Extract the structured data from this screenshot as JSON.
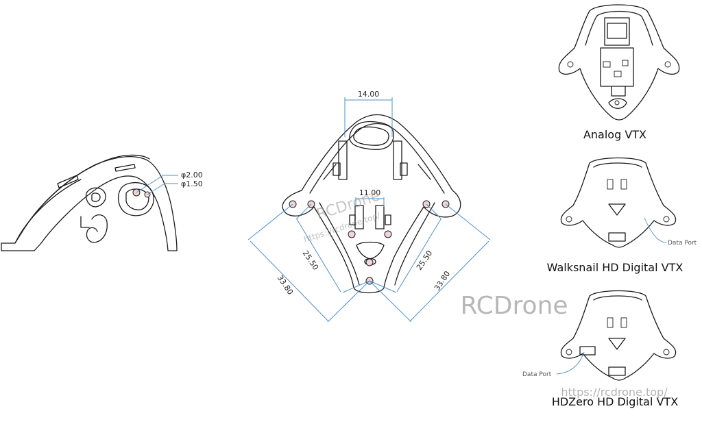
{
  "dimensions": {
    "side_outer_diameter": "φ2.00",
    "side_inner_diameter": "φ1.50",
    "top_width": "14.00",
    "inner_width": "11.00",
    "left_inner_distance": "25.50",
    "right_inner_distance": "25.50",
    "left_outer_distance": "33.80",
    "right_outer_distance": "33.80"
  },
  "variants": {
    "analog": "Analog VTX",
    "walksnail": "Walksnail HD Digital VTX",
    "hdzero": "HDZero HD Digital VTX"
  },
  "callouts": {
    "walksnail_port": "Data Port",
    "hdzero_port": "Data Port"
  },
  "watermarks": {
    "brand_center": "RCDrone",
    "url_center": "https://rcdrone.top/",
    "brand_right": "RCDrone",
    "url_bottom": "https://rcdrone.top/"
  },
  "colors": {
    "dimension_line": "#4a90c8",
    "outline": "#1a1a1a",
    "watermark": "#9a9a9a"
  }
}
